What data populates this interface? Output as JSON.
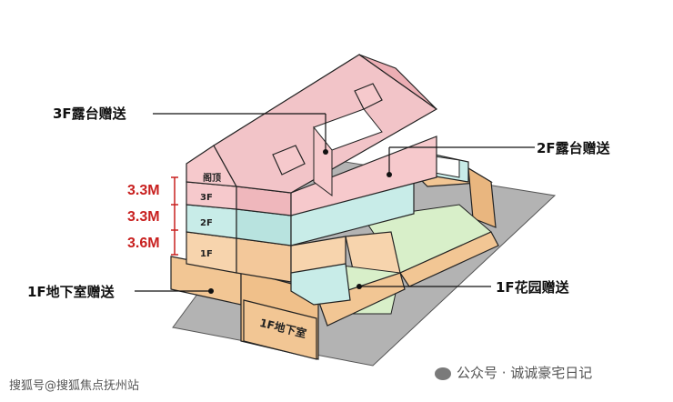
{
  "callouts": {
    "terrace_3f": "3F露台赠送",
    "terrace_2f": "2F露台赠送",
    "basement_1f": "1F地下室赠送",
    "garden_1f": "1F花园赠送"
  },
  "heights": {
    "h1": "3.3M",
    "h2": "3.3M",
    "h3": "3.6M"
  },
  "floors": {
    "attic": "阁顶",
    "f3": "3F",
    "f2": "2F",
    "f1": "1F",
    "basement": "1F地下室"
  },
  "footer": {
    "left": "搜狐号@搜狐焦点抚州站",
    "right": "公众号 · 诚诚豪宅日记"
  },
  "colors": {
    "roof": "#f2c4c8",
    "floor3": "#f6c9cc",
    "floor2": "#c8ece8",
    "floor1": "#f7d4ad",
    "basement": "#f2c694",
    "garden": "#d8efc9",
    "ground": "#b3b3b3",
    "height_text": "#c8201f"
  }
}
